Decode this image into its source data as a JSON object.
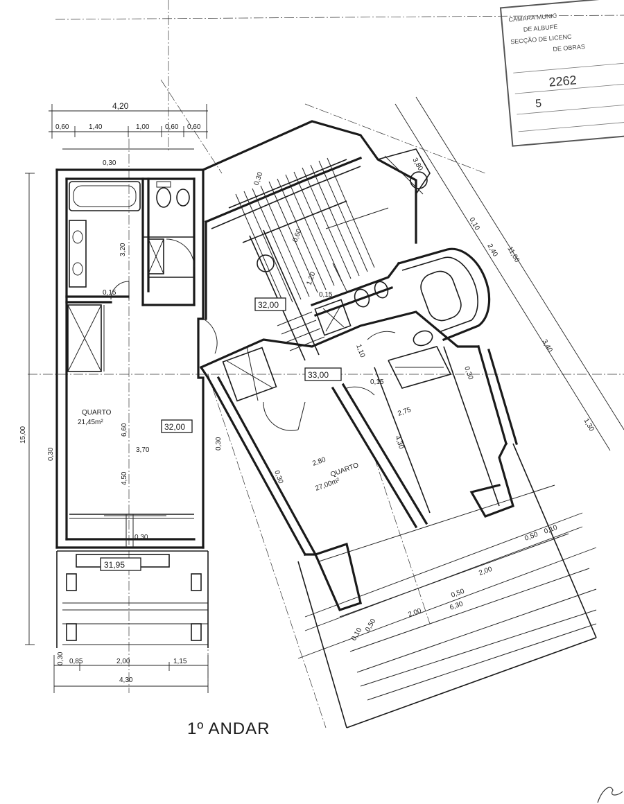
{
  "title": "1º ANDAR",
  "stamp": {
    "lines": [
      "CÂMARA MUNIC",
      "DE ALBUFE",
      "SECÇÃO DE LICENC",
      "DE OBRAS"
    ],
    "number": "2262",
    "handwritten": "5"
  },
  "rooms": {
    "quarto_left": {
      "name": "QUARTO",
      "area": "21,45m²"
    },
    "quarto_right": {
      "name": "QUARTO",
      "area": "27,00m²"
    }
  },
  "levels": {
    "l1": "32,00",
    "l2": "32,00",
    "l3": "33,00",
    "l4": "31,95"
  },
  "dimensions": {
    "top_total": "4,20",
    "top_0_60a": "0,60",
    "top_1_40": "1,40",
    "top_1_00": "1,00",
    "top_0_60b": "0,60",
    "top_0_60c": "0,60",
    "d_0_30_top": "0,30",
    "d_3_20": "3,20",
    "d_0_15_left": "0,15",
    "d_6_60": "6,60",
    "d_3_70": "3,70",
    "d_4_50": "4,50",
    "d_0_30_bottom": "0,30",
    "d_0_30_leftwall": "0,30",
    "d_0_30_rightwall": "0,30",
    "d_15_00": "15,00",
    "bot_0_85": "0,85",
    "bot_2_00": "2,00",
    "bot_1_15": "1,15",
    "bot_4_30": "4,30",
    "bot_0_30": "0,30",
    "st_0_30": "0,30",
    "st_0_60": "0,60",
    "st_1_20": "1,20",
    "st_0_15": "0,15",
    "st_1_10": "1,10",
    "st_0_15b": "0,15",
    "r_3_80": "3,80",
    "r_0_10": "0,10",
    "r_2_40": "2,40",
    "r_11_00": "11,00",
    "r_3_40": "3,40",
    "r_1_30": "1,30",
    "r_0_30": "0,30",
    "rm_2_75": "2,75",
    "rm_4_30": "4,30",
    "rm_2_80": "2,80",
    "rm_0_30": "0,30",
    "b_0_50": "0,50",
    "b_0_10": "0,10",
    "b_2_00a": "2,00",
    "b_0_50b": "0,50",
    "b_2_00b": "2,00",
    "b_6_30": "6,30",
    "b_0_10b": "0,10",
    "b_0_50c": "0,50"
  },
  "colors": {
    "ink": "#1a1a1a",
    "paper": "#ffffff",
    "stamp": "#555555"
  }
}
